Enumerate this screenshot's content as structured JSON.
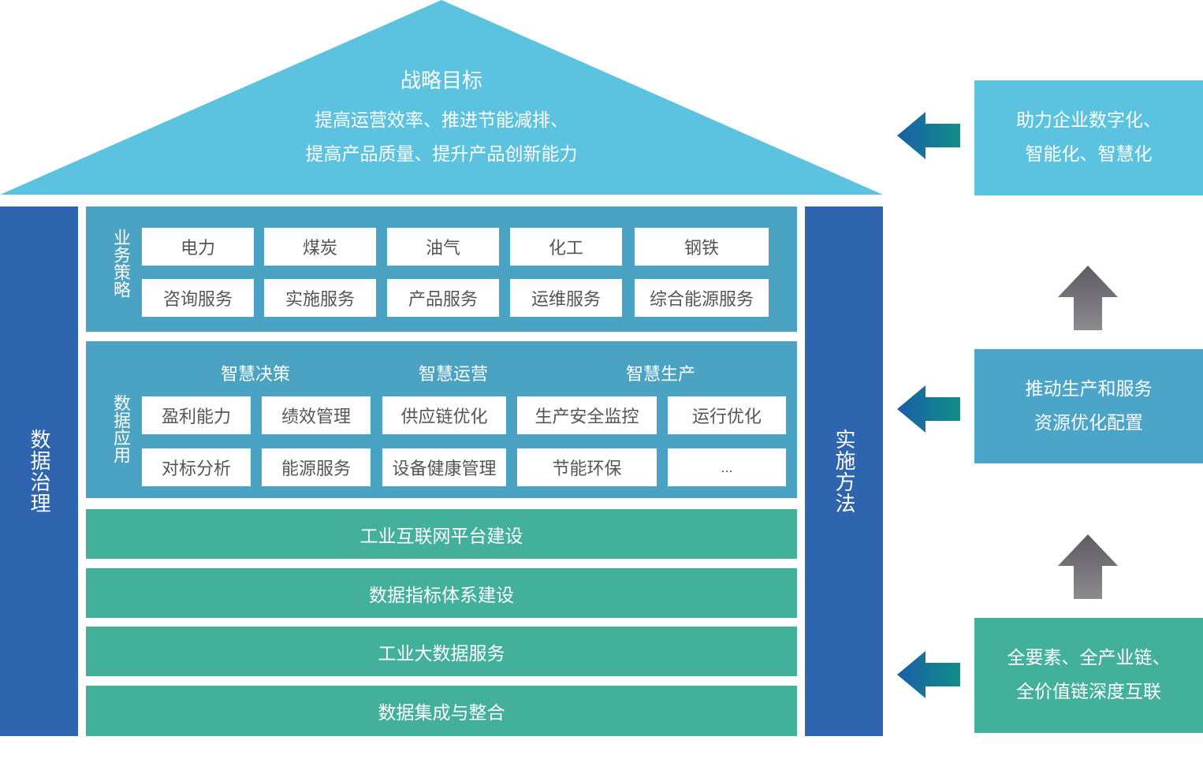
{
  "roof": {
    "title": "战略目标",
    "line1": "提高运营效率、推进节能减排、",
    "line2": "提高产品质量、提升产品创新能力"
  },
  "left_pillar": {
    "label": "数据治理"
  },
  "right_pillar": {
    "label": "实施方法"
  },
  "business_strategy": {
    "label": "业务策略",
    "row1": [
      "电力",
      "煤炭",
      "油气",
      "化工",
      "钢铁"
    ],
    "row2": [
      "咨询服务",
      "实施服务",
      "产品服务",
      "运维服务",
      "综合能源服务"
    ]
  },
  "data_application": {
    "label": "数据应用",
    "headers": [
      "智慧决策",
      "智慧运营",
      "智慧生产"
    ],
    "row1": [
      "盈利能力",
      "绩效管理",
      "供应链优化",
      "生产安全监控",
      "运行优化"
    ],
    "row2": [
      "对标分析",
      "能源服务",
      "设备健康管理",
      "节能环保",
      "..."
    ]
  },
  "foundation": [
    "工业互联网平台建设",
    "数据指标体系建设",
    "工业大数据服务",
    "数据集成与整合"
  ],
  "right_column": {
    "box_top": {
      "line1": "助力企业数字化、",
      "line2": "智能化、智慧化"
    },
    "box_mid": {
      "line1": "推动生产和服务",
      "line2": "资源优化配置"
    },
    "box_bottom": {
      "line1": "全要素、全产业链、",
      "line2": "全价值链深度互联"
    }
  },
  "colors": {
    "roof": "#5bc2df",
    "pillar": "#2f64ae",
    "panel": "#4ba3c3",
    "green": "#43b09c",
    "right_top": "#5bc2df",
    "right_mid": "#4aa5c8",
    "right_bottom": "#43b09c"
  }
}
